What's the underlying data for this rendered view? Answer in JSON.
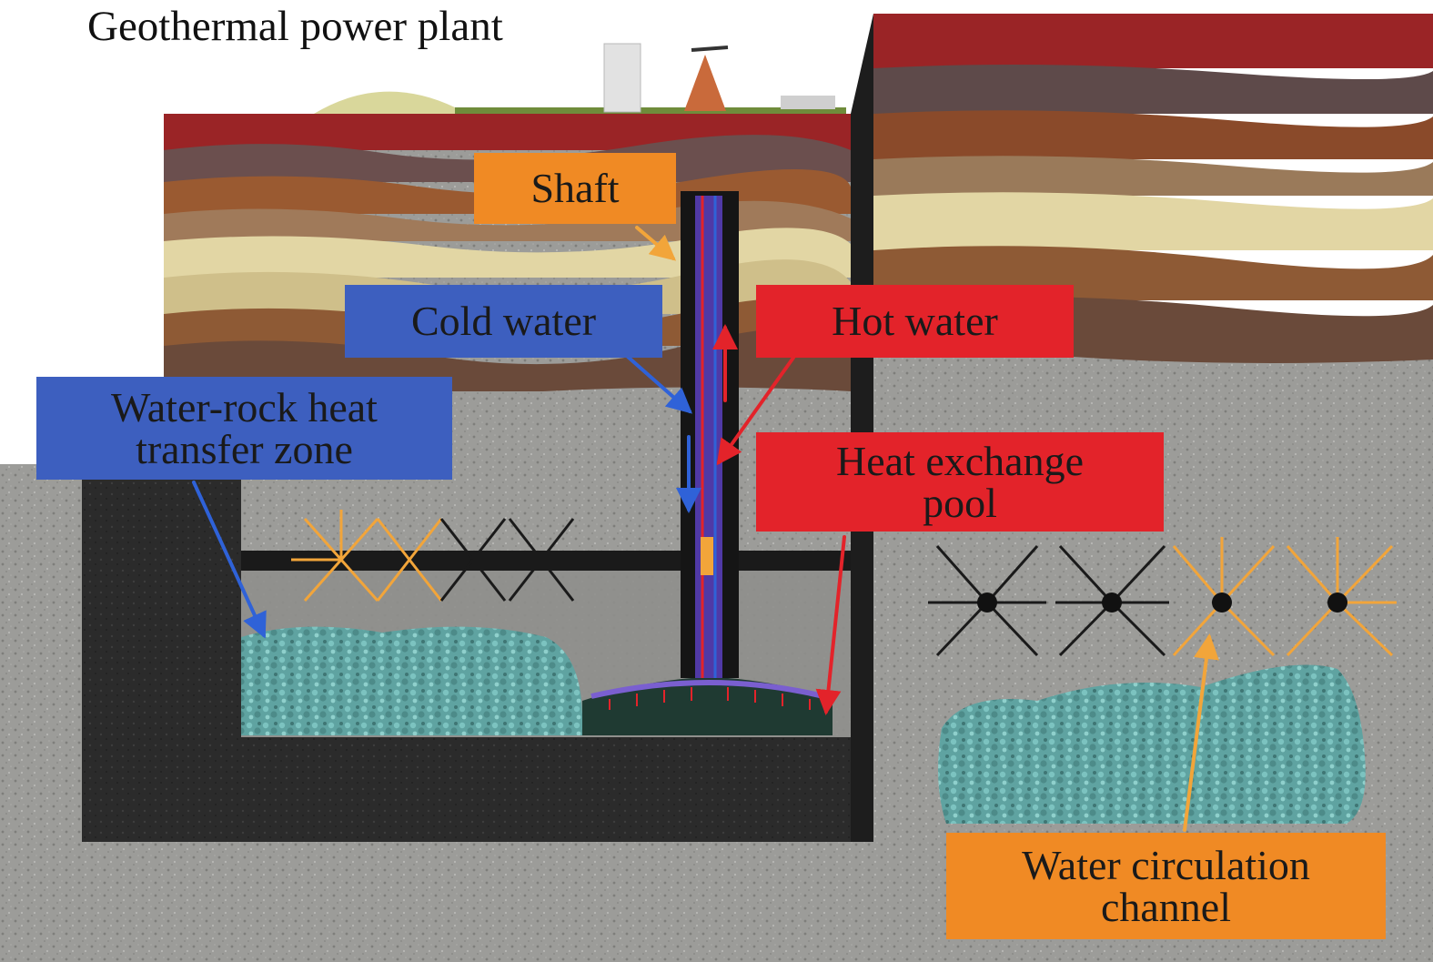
{
  "title": "Geothermal power plant",
  "labels": {
    "shaft": "Shaft",
    "cold_water": "Cold water",
    "hot_water": "Hot water",
    "water_rock_zone": "Water-rock heat\ntransfer zone",
    "heat_exchange_pool": "Heat exchange\npool",
    "water_circulation_channel": "Water circulation\nchannel"
  },
  "colors": {
    "label_orange": "#f08a24",
    "label_blue": "#3d5fbf",
    "label_red": "#e3232a",
    "arrow_orange": "#f2a53a",
    "arrow_blue": "#2f62d8",
    "arrow_red": "#e3232a"
  }
}
